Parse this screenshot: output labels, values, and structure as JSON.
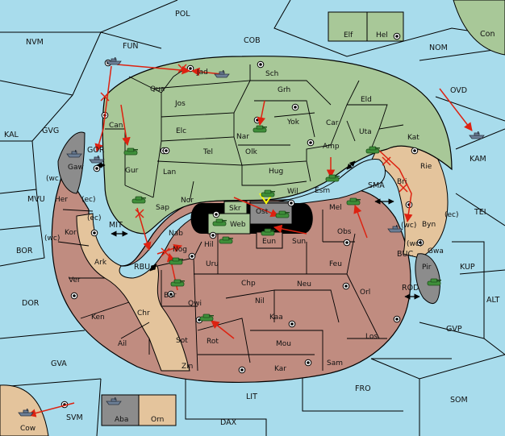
{
  "map": {
    "colors": {
      "sea": "#a8dcec",
      "green": "#a8c898",
      "red": "#c08c80",
      "tan": "#e4c49c",
      "gray": "#8c8c8c",
      "black": "#000000",
      "order_arrow": "#dd2211",
      "unit": "#3f8f3a",
      "cut_highlight": "#ffff00"
    },
    "sea_labels": {
      "pol": "POL",
      "fun": "FUN",
      "nvm": "NVM",
      "cob": "COB",
      "nom": "NOM",
      "con": "Con",
      "ovd": "OVD",
      "kal": "KAL",
      "gvg": "GVG",
      "kam": "KAM",
      "gor": "GOR",
      "mvu": "MVU",
      "mit": "MIT",
      "sma": "SMA",
      "tei": "TEI",
      "bor": "BOR",
      "rbu": "RBU",
      "buc": "BUC",
      "kup": "KUP",
      "dor": "DOR",
      "rod": "ROD",
      "alt": "ALT",
      "gvp": "GVP",
      "gva": "GVA",
      "fro": "FRO",
      "lit": "LIT",
      "som": "SOM",
      "svm": "SVM",
      "dax": "DAX"
    },
    "land_labels": {
      "elf": "Elf",
      "hel": "Hel",
      "jad": "Jad",
      "sch": "Sch",
      "qua": "Qua",
      "grh": "Grh",
      "jos": "Jos",
      "eld": "Eld",
      "can": "Can",
      "nar": "Nar",
      "yok": "Yok",
      "car": "Car",
      "uta": "Uta",
      "elc": "Elc",
      "tel": "Tel",
      "olk": "Olk",
      "amp": "Amp",
      "kat": "Kat",
      "gaw": "Gaw",
      "gur": "Gur",
      "lan": "Lan",
      "hug": "Hug",
      "bri": "Bri",
      "rie": "Rie",
      "esm": "Esm",
      "wil": "Wil",
      "skr": "Skr",
      "nor": "Nor",
      "her": "Her",
      "sap": "Sap",
      "ost": "Ost",
      "mel": "Mel",
      "web": "Web",
      "byn": "Byn",
      "kor": "Kor",
      "nab": "Nab",
      "eun": "Eun",
      "sun": "Sun",
      "obs": "Obs",
      "hil": "Hil",
      "nog": "Nog",
      "ark": "Ark",
      "gwa": "Gwa",
      "pir": "Pir",
      "uru": "Uru",
      "feu": "Feu",
      "ver": "Ver",
      "chp": "Chp",
      "neu": "Neu",
      "bar": "Bar",
      "orl": "Orl",
      "ken": "Ken",
      "nil": "Nil",
      "qwi": "Qwi",
      "chr": "Chr",
      "kaa": "Kaa",
      "los": "Los",
      "sot": "Sot",
      "ail": "Ail",
      "rot": "Rot",
      "mou": "Mou",
      "sam": "Sam",
      "zin": "Zin",
      "kar": "Kar",
      "aba": "Aba",
      "orn": "Orn",
      "cow": "Cow"
    },
    "coast_labels": {
      "gaw_wc": "(wc)",
      "her_ec": "(ec)",
      "kor_ec": "(ec)",
      "kor_wc": "(wc)",
      "byn_wc": "(wc)",
      "byn_ec": "(ec)",
      "gwa_wc": "(wc)"
    },
    "units": [
      {
        "kind": "fleet",
        "where": "fun"
      },
      {
        "kind": "fleet",
        "where": "jad"
      },
      {
        "kind": "fleet",
        "where": "kam"
      },
      {
        "kind": "fleet",
        "where": "gor"
      },
      {
        "kind": "fleet",
        "where": "gaw"
      },
      {
        "kind": "army",
        "where": "gur"
      },
      {
        "kind": "army",
        "where": "nar"
      },
      {
        "kind": "army",
        "where": "uta"
      },
      {
        "kind": "army",
        "where": "esm"
      },
      {
        "kind": "army",
        "where": "wil"
      },
      {
        "kind": "army",
        "where": "mel"
      },
      {
        "kind": "army",
        "where": "sap"
      },
      {
        "kind": "army",
        "where": "web"
      },
      {
        "kind": "army",
        "where": "hil"
      },
      {
        "kind": "army",
        "where": "ost"
      },
      {
        "kind": "army",
        "where": "eun"
      },
      {
        "kind": "army",
        "where": "nog"
      },
      {
        "kind": "army",
        "where": "bar"
      },
      {
        "kind": "army",
        "where": "rot"
      },
      {
        "kind": "army",
        "where": "pir"
      },
      {
        "kind": "fleet",
        "where": "buc"
      },
      {
        "kind": "fleet",
        "where": "aba"
      },
      {
        "kind": "fleet",
        "where": "cow"
      }
    ]
  }
}
